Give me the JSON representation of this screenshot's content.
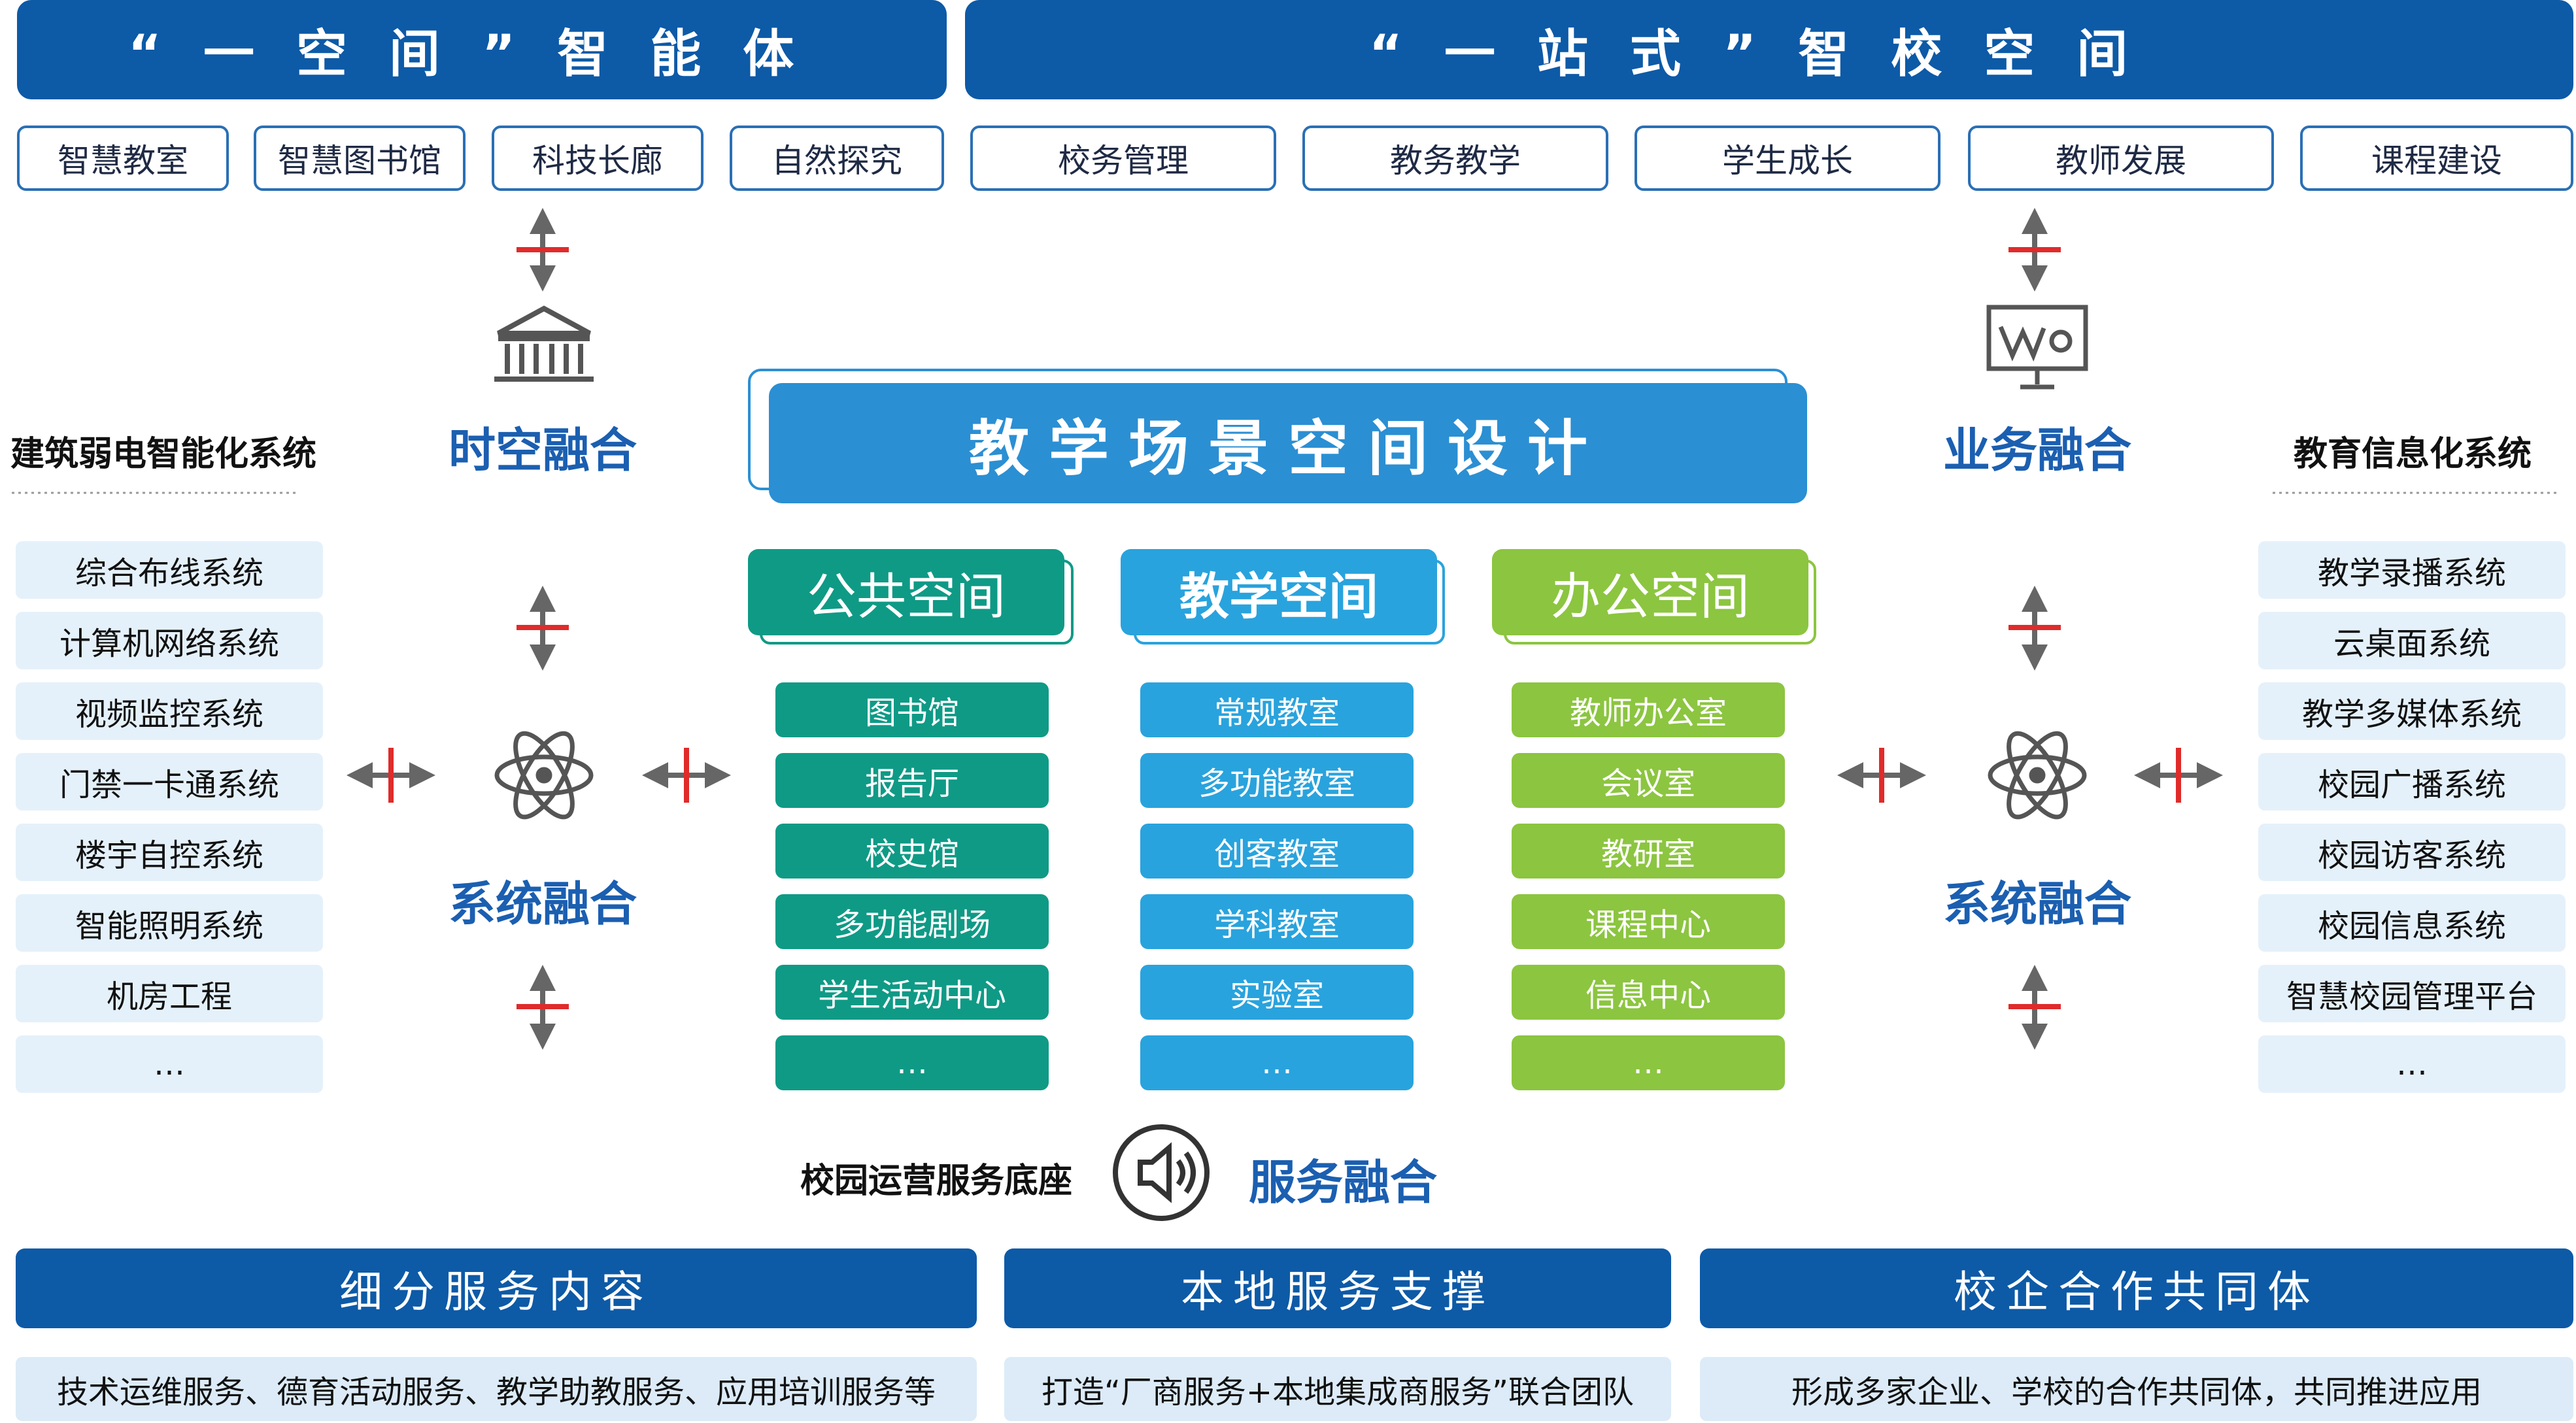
{
  "top": {
    "left_banner": "“一空间”智能体",
    "right_banner": "“一站式”智校空间",
    "left_chips": [
      "智慧教室",
      "智慧图书馆",
      "科技长廊",
      "自然探究"
    ],
    "right_chips": [
      "校务管理",
      "教务教学",
      "学生成长",
      "教师发展",
      "课程建设"
    ]
  },
  "center": {
    "title": "教学场景空间设计",
    "spaces": [
      {
        "title": "公共空间",
        "color": "#0f9a86",
        "rooms": [
          "图书馆",
          "报告厅",
          "校史馆",
          "多功能剧场",
          "学生活动中心",
          "…"
        ]
      },
      {
        "title": "教学空间",
        "color": "#29a3dd",
        "rooms": [
          "常规教室",
          "多功能教室",
          "创客教室",
          "学科教室",
          "实验室",
          "…"
        ]
      },
      {
        "title": "办公空间",
        "color": "#8cc540",
        "rooms": [
          "教师办公室",
          "会议室",
          "教研室",
          "课程中心",
          "信息中心",
          "…"
        ]
      }
    ]
  },
  "left": {
    "space_fusion": "时空融合",
    "system_title": "建筑弱电智能化系统",
    "system_fusion": "系统融合",
    "systems": [
      "综合布线系统",
      "计算机网络系统",
      "视频监控系统",
      "门禁一卡通系统",
      "楼宇自控系统",
      "智能照明系统",
      "机房工程",
      "…"
    ]
  },
  "right": {
    "business_fusion": "业务融合",
    "system_title": "教育信息化系统",
    "system_fusion": "系统融合",
    "systems": [
      "教学录播系统",
      "云桌面系统",
      "教学多媒体系统",
      "校园广播系统",
      "校园访客系统",
      "校园信息系统",
      "智慧校园管理平台",
      "…"
    ]
  },
  "service": {
    "base_label": "校园运营服务底座",
    "fusion": "服务融合"
  },
  "bottom": [
    {
      "title": "细分服务内容",
      "desc": "技术运维服务、德育活动服务、教学助教服务、应用培训服务等"
    },
    {
      "title": "本地服务支撑",
      "desc": "打造“厂商服务+本地集成商服务”联合团队"
    },
    {
      "title": "校企合作共同体",
      "desc": "形成多家企业、学校的合作共同体，共同推进应用"
    }
  ],
  "icons": {
    "building": "building-icon",
    "presentation": "presentation-board-icon",
    "atom": "atom-icon",
    "speaker": "speaker-icon",
    "arrows": "double-arrow-icon"
  },
  "colors": {
    "primary": "#0d5aa7",
    "heading": "#1b5fb1",
    "divider": "#e02b2b",
    "arrow": "#666666",
    "system_bg": "#e5f1fa",
    "center_title": "#2b8fd3"
  }
}
